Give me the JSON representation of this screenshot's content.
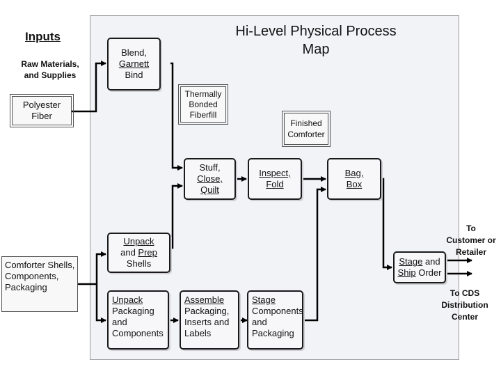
{
  "title": {
    "line1": "Hi-Level Physical Process",
    "line2": "Map"
  },
  "inputs": {
    "heading": "Inputs",
    "subheading": [
      "Raw Materials,",
      "and Supplies"
    ],
    "polyester": [
      "Polyester",
      "Fiber"
    ],
    "comforter_shells": [
      "Comforter Shells,",
      "Components,",
      "Packaging"
    ]
  },
  "notes": {
    "thermally_bonded": [
      "Thermally",
      "Bonded",
      "Fiberfill"
    ],
    "finished_comforter": [
      "Finished",
      "Comforter"
    ]
  },
  "steps": {
    "blend": [
      "Blend,",
      "Garnett",
      "Bind"
    ],
    "stuff": [
      "Stuff,",
      "Close,",
      "Quilt"
    ],
    "inspect": [
      "Inspect,",
      "Fold"
    ],
    "bag": [
      "Bag,",
      "Box"
    ],
    "unpack_shells": [
      "Unpack",
      "and Prep",
      "Shells"
    ],
    "unpack_packaging": [
      "Unpack",
      "Packaging",
      "and",
      "Components"
    ],
    "assemble": [
      "Assemble",
      "Packaging,",
      "Inserts and",
      "Labels"
    ],
    "stage_components": [
      "Stage",
      "Components",
      "and",
      "Packaging"
    ],
    "stage_ship": {
      "stage": "Stage",
      "and": "and",
      "ship": "Ship",
      "order": "Order"
    }
  },
  "outputs": {
    "customer": [
      "To",
      "Customer or",
      "Retailer"
    ],
    "cds": [
      "To CDS",
      "Distribution",
      "Center"
    ]
  }
}
